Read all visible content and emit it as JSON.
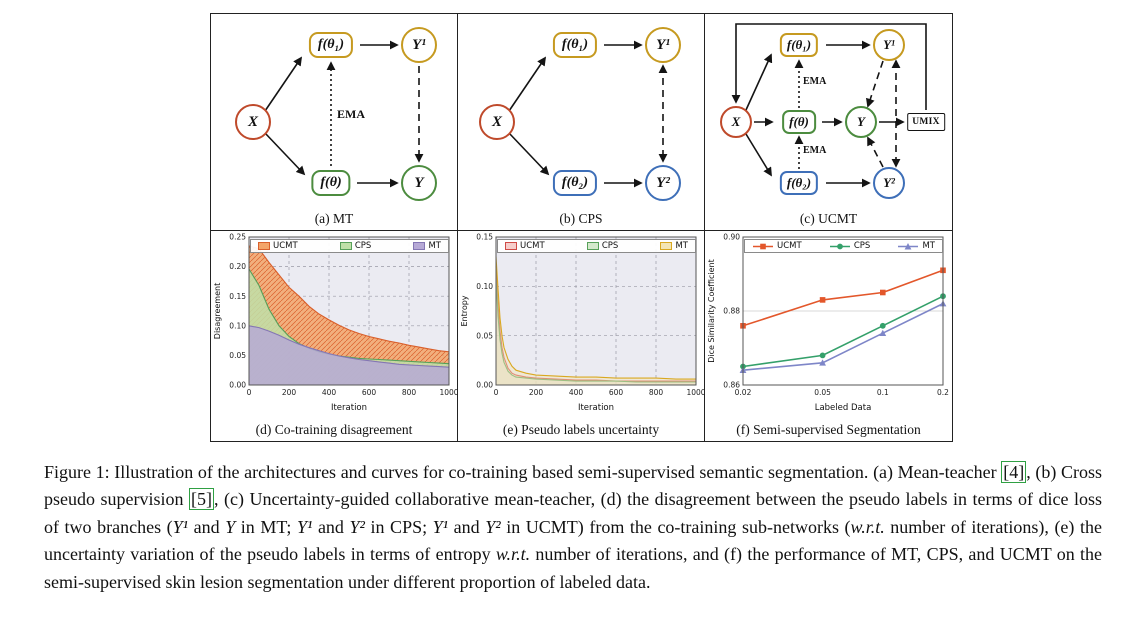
{
  "figure": {
    "diagrams": [
      {
        "caption": "(a) MT",
        "ema": "EMA",
        "nodes": {
          "x": "X",
          "f1": "f(θ₁)",
          "f": "f(θ)",
          "y1": "Y¹",
          "y": "Y"
        }
      },
      {
        "caption": "(b) CPS",
        "nodes": {
          "x": "X",
          "f1": "f(θ₁)",
          "f2": "f(θ₂)",
          "y1": "Y¹",
          "y2": "Y²"
        }
      },
      {
        "caption": "(c) UCMT",
        "ema1": "EMA",
        "ema2": "EMA",
        "nodes": {
          "x": "X",
          "f1": "f(θ₁)",
          "f": "f(θ)",
          "f2": "f(θ₂)",
          "y1": "Y¹",
          "y": "Y",
          "y2": "Y²",
          "umix": "UMIX"
        }
      }
    ]
  },
  "chart_data": [
    {
      "type": "area",
      "title": "(d) Co-training disagreement",
      "xlabel": "Iteration",
      "ylabel": "Disagreement",
      "xlim": [
        0,
        1000
      ],
      "ylim": [
        0,
        0.25
      ],
      "bg": "#ebebf2",
      "grid": {
        "color": "#9a9aa6",
        "dash": "3 3",
        "x": true
      },
      "fill_mode": true,
      "fill_opacity": 0.85,
      "xticks": [
        0,
        200,
        400,
        600,
        800,
        1000
      ],
      "xtick_labels": [
        "0",
        "200",
        "400",
        "600",
        "800",
        "1000"
      ],
      "yticks": [
        0,
        0.05,
        0.1,
        0.15,
        0.2,
        0.25
      ],
      "ytick_labels": [
        "0.00",
        "0.05",
        "0.10",
        "0.15",
        "0.20",
        "0.25"
      ],
      "x": [
        0,
        50,
        100,
        150,
        200,
        250,
        300,
        350,
        400,
        450,
        500,
        550,
        600,
        650,
        700,
        750,
        800,
        850,
        900,
        950,
        1000
      ],
      "series": [
        {
          "name": "UCMT",
          "color": "#d95f2b",
          "fill": "#f3a468",
          "hatch": "hatch-ucmt",
          "values": [
            0.235,
            0.23,
            0.207,
            0.186,
            0.165,
            0.15,
            0.133,
            0.12,
            0.11,
            0.101,
            0.093,
            0.087,
            0.082,
            0.078,
            0.074,
            0.071,
            0.067,
            0.064,
            0.061,
            0.058,
            0.056
          ]
        },
        {
          "name": "CPS",
          "color": "#57a05a",
          "fill": "#bfe0a8",
          "values": [
            0.196,
            0.168,
            0.128,
            0.1,
            0.082,
            0.07,
            0.062,
            0.056,
            0.052,
            0.049,
            0.047,
            0.045,
            0.044,
            0.043,
            0.042,
            0.041,
            0.04,
            0.039,
            0.038,
            0.037,
            0.036
          ]
        },
        {
          "name": "MT",
          "color": "#8476b4",
          "fill": "#b6a9d6",
          "values": [
            0.1,
            0.097,
            0.091,
            0.084,
            0.076,
            0.069,
            0.063,
            0.058,
            0.053,
            0.049,
            0.046,
            0.043,
            0.041,
            0.039,
            0.037,
            0.035,
            0.034,
            0.033,
            0.032,
            0.031,
            0.03
          ]
        }
      ]
    },
    {
      "type": "area",
      "title": "(e) Pseudo labels uncertainty",
      "xlabel": "Iteration",
      "ylabel": "Entropy",
      "xlim": [
        0,
        1000
      ],
      "ylim": [
        0,
        0.15
      ],
      "bg": "#ebebf2",
      "grid": {
        "color": "#9a9aa6",
        "dash": "3 3",
        "x": true
      },
      "fill_mode": true,
      "fill_opacity": 0.45,
      "xticks": [
        0,
        200,
        400,
        600,
        800,
        1000
      ],
      "xtick_labels": [
        "0",
        "200",
        "400",
        "600",
        "800",
        "1000"
      ],
      "yticks": [
        0,
        0.05,
        0.1,
        0.15
      ],
      "ytick_labels": [
        "0.00",
        "0.05",
        "0.10",
        "0.15"
      ],
      "x": [
        0,
        10,
        20,
        30,
        40,
        60,
        80,
        100,
        150,
        200,
        300,
        400,
        500,
        600,
        700,
        800,
        900,
        1000
      ],
      "series": [
        {
          "name": "UCMT",
          "color": "#cf4a45",
          "fill": "#f6cdca",
          "values": [
            0.12,
            0.082,
            0.055,
            0.038,
            0.028,
            0.017,
            0.012,
            0.01,
            0.008,
            0.007,
            0.006,
            0.005,
            0.005,
            0.004,
            0.004,
            0.004,
            0.004,
            0.004
          ]
        },
        {
          "name": "CPS",
          "color": "#57a05a",
          "fill": "#d4e9cc",
          "values": [
            0.108,
            0.07,
            0.046,
            0.032,
            0.023,
            0.014,
            0.01,
            0.008,
            0.007,
            0.006,
            0.005,
            0.004,
            0.004,
            0.004,
            0.003,
            0.003,
            0.003,
            0.003
          ]
        },
        {
          "name": "MT",
          "color": "#d9a821",
          "fill": "#f3e5b4",
          "values": [
            0.13,
            0.098,
            0.068,
            0.05,
            0.038,
            0.026,
            0.019,
            0.015,
            0.012,
            0.01,
            0.009,
            0.008,
            0.008,
            0.007,
            0.007,
            0.007,
            0.006,
            0.006
          ]
        }
      ]
    },
    {
      "type": "line",
      "title": "(f) Semi-supervised Segmentation",
      "xlabel": "Labeled Data",
      "ylabel": "Dice Similarity Coefficient",
      "xscale": "log",
      "xlim": [
        0.02,
        0.2
      ],
      "ylim": [
        0.86,
        0.9
      ],
      "bg": "#ffffff",
      "grid": {
        "color": "#cccccc",
        "dash": "",
        "x": false
      },
      "fill_mode": false,
      "xticks": [
        0.02,
        0.05,
        0.1,
        0.2
      ],
      "xtick_labels": [
        "0.02",
        "0.05",
        "0.1",
        "0.2"
      ],
      "yticks": [
        0.86,
        0.88,
        0.9
      ],
      "ytick_labels": [
        "0.86",
        "0.88",
        "0.90"
      ],
      "x": [
        0.02,
        0.05,
        0.1,
        0.2
      ],
      "series": [
        {
          "name": "UCMT",
          "color": "#e3572b",
          "marker": "square",
          "values": [
            0.876,
            0.883,
            0.885,
            0.891
          ]
        },
        {
          "name": "CPS",
          "color": "#34a06a",
          "marker": "circle",
          "values": [
            0.865,
            0.868,
            0.876,
            0.884
          ]
        },
        {
          "name": "MT",
          "color": "#7e86c8",
          "marker": "triangle",
          "values": [
            0.864,
            0.866,
            0.874,
            0.882
          ]
        }
      ]
    }
  ],
  "caption": {
    "segments": [
      {
        "k": "text",
        "t": "Figure 1: Illustration of the architectures and curves for co-training based semi-supervised semantic segmentation. (a) Mean-teacher "
      },
      {
        "k": "cite",
        "t": "[4]"
      },
      {
        "k": "text",
        "t": ", (b) Cross pseudo supervision "
      },
      {
        "k": "cite",
        "t": "[5]"
      },
      {
        "k": "text",
        "t": ", (c) Uncertainty-guided collaborative mean-teacher, (d) the disagreement between the pseudo labels in terms of dice loss of two branches ("
      },
      {
        "k": "math",
        "t": "Y¹"
      },
      {
        "k": "text",
        "t": " and "
      },
      {
        "k": "math",
        "t": "Y"
      },
      {
        "k": "text",
        "t": " in MT; "
      },
      {
        "k": "math",
        "t": "Y¹"
      },
      {
        "k": "text",
        "t": " and "
      },
      {
        "k": "math",
        "t": "Y²"
      },
      {
        "k": "text",
        "t": " in CPS; "
      },
      {
        "k": "math",
        "t": "Y¹"
      },
      {
        "k": "text",
        "t": " and "
      },
      {
        "k": "math",
        "t": "Y²"
      },
      {
        "k": "text",
        "t": " in UCMT) from the co-training sub-networks ("
      },
      {
        "k": "italic",
        "t": "w.r.t."
      },
      {
        "k": "text",
        "t": " number of iterations), (e) the uncertainty variation of the pseudo labels in terms of entropy "
      },
      {
        "k": "italic",
        "t": "w.r.t."
      },
      {
        "k": "text",
        "t": " number of iterations, and (f) the performance of MT, CPS, and UCMT on the semi-supervised skin lesion segmentation under different proportion of labeled data."
      }
    ]
  }
}
